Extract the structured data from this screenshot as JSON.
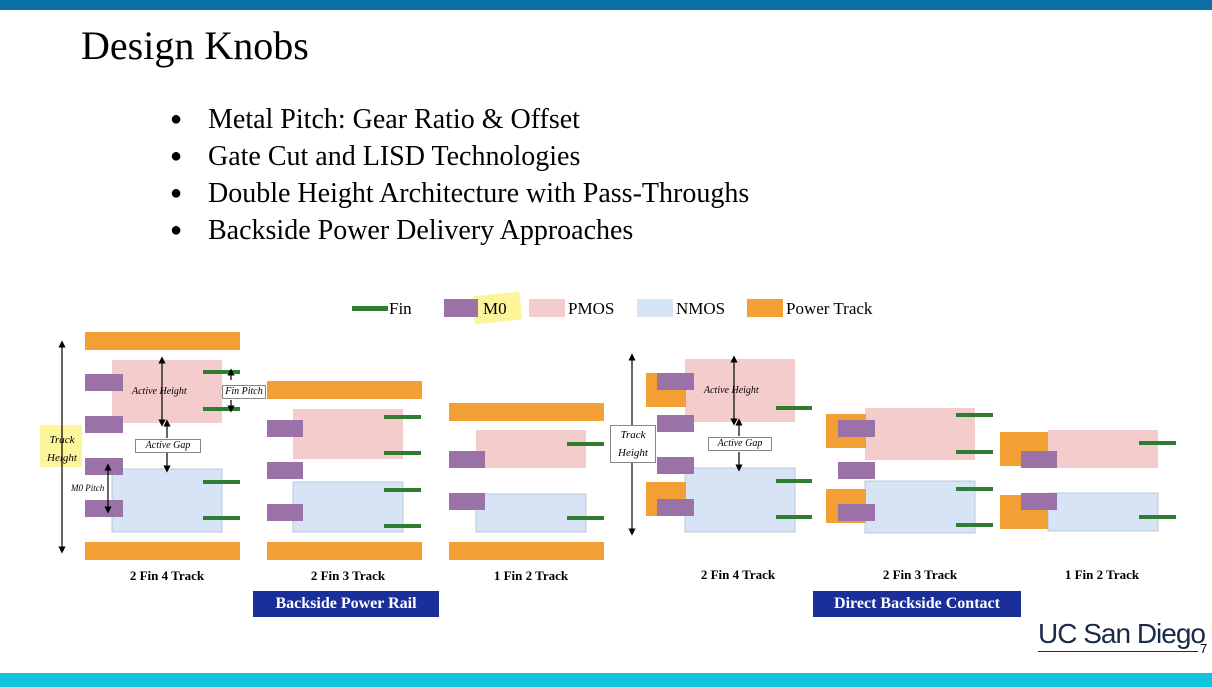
{
  "slide": {
    "title": "Design Knobs",
    "page_number": "7",
    "logo": "UC San Diego"
  },
  "bullets": [
    "Metal Pitch: Gear Ratio & Offset",
    "Gate Cut and LISD Technologies",
    "Double Height Architecture with Pass-Throughs",
    "Backside Power Delivery Approaches"
  ],
  "legend": {
    "fin": "Fin",
    "m0": "M0",
    "pmos": "PMOS",
    "nmos": "NMOS",
    "power_track": "Power Track"
  },
  "colors": {
    "fin": "#2e7d32",
    "m0": "#9b72a8",
    "pmos": "#f5cccc",
    "nmos": "#d6e4f5",
    "power_track": "#f2a033",
    "badge": "#1a2f9a",
    "top_bar": "#0b6ea5",
    "bottom_bar": "#10c4dc"
  },
  "annotations": {
    "track_height": "Track Height",
    "track_word": "Track",
    "height_word": "Height",
    "active_height": "Active Height",
    "active_gap": "Active Gap",
    "fin_pitch": "Fin Pitch",
    "m0_pitch": "M0 Pitch"
  },
  "captions": {
    "c1": "2 Fin 4 Track",
    "c2": "2 Fin 3 Track",
    "c3": "1 Fin 2 Track",
    "c4": "2 Fin 4 Track",
    "c5": "2 Fin 3 Track",
    "c6": "1 Fin 2 Track"
  },
  "groups": {
    "left": "Backside Power Rail",
    "right": "Direct Backside Contact"
  }
}
